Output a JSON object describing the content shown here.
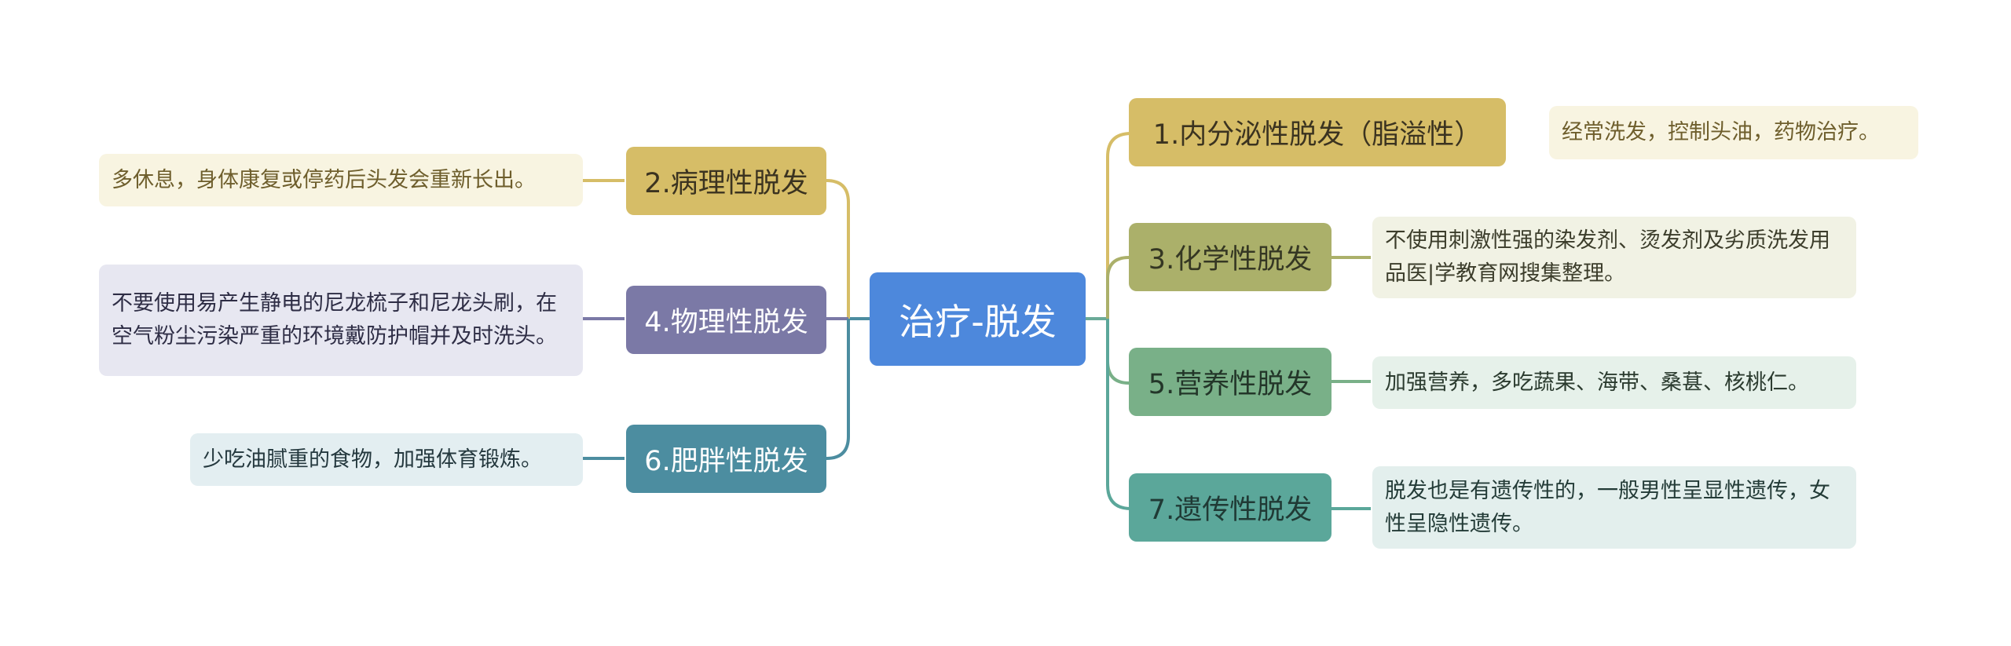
{
  "center": {
    "label": "治疗-脱发",
    "color": "#4d88dc"
  },
  "branches": [
    {
      "id": "b1",
      "label": "1.内分泌性脱发（脂溢性）",
      "detail": "经常洗发，控制头油，药物治疗。",
      "color": "#d6bd67"
    },
    {
      "id": "b2",
      "label": "2.病理性脱发",
      "detail": "多休息，身体康复或停药后头发会重新长出。",
      "color": "#d6bd67"
    },
    {
      "id": "b3",
      "label": "3.化学性脱发",
      "detail": "不使用刺激性强的染发剂、烫发剂及劣质洗发用品医|学教育网搜集整理。",
      "color": "#abb06a"
    },
    {
      "id": "b4",
      "label": "4.物理性脱发",
      "detail": "不要使用易产生静电的尼龙梳子和尼龙头刷，在空气粉尘污染严重的环境戴防护帽并及时洗头。",
      "color": "#7b79a6"
    },
    {
      "id": "b5",
      "label": "5.营养性脱发",
      "detail": "加强营养，多吃蔬果、海带、桑葚、核桃仁。",
      "color": "#79b088"
    },
    {
      "id": "b6",
      "label": "6.肥胖性脱发",
      "detail": "少吃油腻重的食物，加强体育锻炼。",
      "color": "#4c8da0"
    },
    {
      "id": "b7",
      "label": "7.遗传性脱发",
      "detail": "脱发也是有遗传性的，一般男性呈显性遗传，女性呈隐性遗传。",
      "color": "#5ba79a"
    }
  ]
}
